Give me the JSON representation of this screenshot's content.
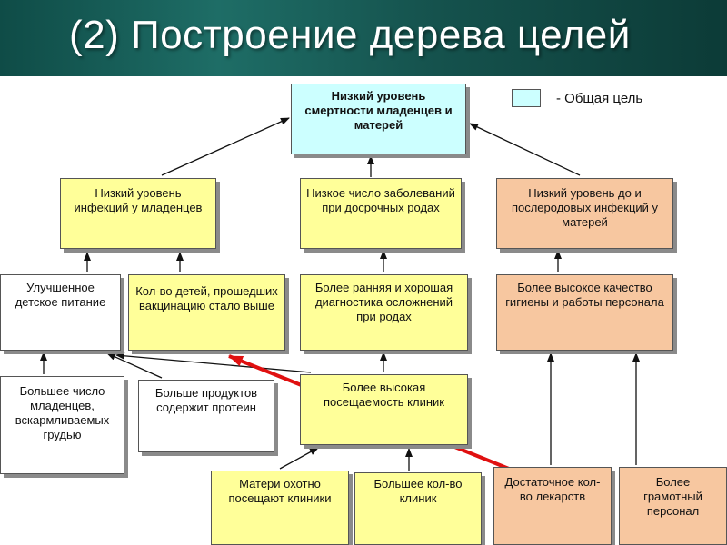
{
  "title": "(2) Построение дерева целей",
  "legend": {
    "label": "- Общая цель",
    "color": "#ccffff"
  },
  "colors": {
    "general_goal": "#ccffff",
    "yellow": "#ffff99",
    "orange": "#f7c7a0",
    "white": "#ffffff",
    "red_arrow": "#e01010"
  },
  "nodes": {
    "goal": "Низкий уровень смертности младенцев и матерей",
    "infant_infections": "Низкий уровень инфекций у младенцев",
    "preterm_diseases": "Низкое число заболеваний при досрочных родах",
    "maternal_infections": "Низкий уровень до и послеродовых инфекций у матерей",
    "nutrition": "Улучшенное детское питание",
    "vaccination": "Кол-во детей, прошедших вакцинацию стало выше",
    "diagnostics": "Более ранняя и хорошая диагностика осложнений при родах",
    "hygiene": "Более высокое качество гигиены и работы персонала",
    "breastfed": "Большее число младенцев, вскармливаемых грудью",
    "protein": "Больше продуктов содержит протеин",
    "attendance": "Более высокая посещаемость клиник",
    "mothers_willing": "Матери охотно посещают клиники",
    "more_clinics": "Большее кол-во клиник",
    "medicines": "Достаточное кол-во лекарств",
    "staff": "Более грамотный персонал"
  }
}
